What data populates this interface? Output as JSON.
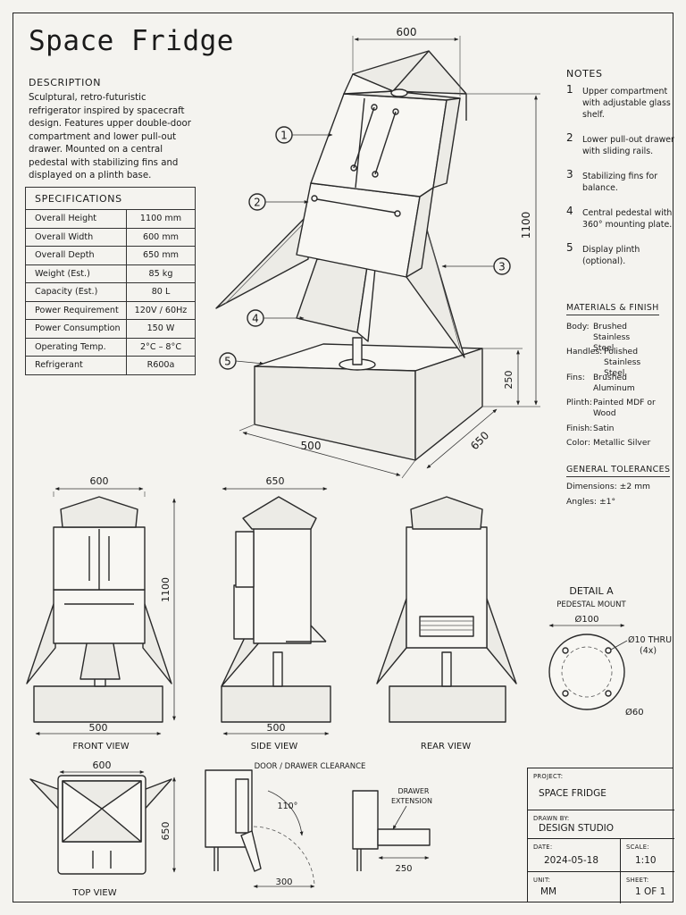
{
  "title": "Space Fridge",
  "description": {
    "heading": "DESCRIPTION",
    "text": "Sculptural, retro-futuristic refrigerator inspired by spacecraft design. Features upper double-door compartment and lower pull-out drawer. Mounted on a central pedestal with stabilizing fins and displayed on a plinth base."
  },
  "specifications": {
    "heading": "SPECIFICATIONS",
    "rows": [
      {
        "label": "Overall Height",
        "value": "1100 mm"
      },
      {
        "label": "Overall Width",
        "value": "600 mm"
      },
      {
        "label": "Overall Depth",
        "value": "650 mm"
      },
      {
        "label": "Weight (Est.)",
        "value": "85 kg"
      },
      {
        "label": "Capacity (Est.)",
        "value": "80 L"
      },
      {
        "label": "Power Requirement",
        "value": "120V / 60Hz"
      },
      {
        "label": "Power Consumption",
        "value": "150 W"
      },
      {
        "label": "Operating Temp.",
        "value": "2°C – 8°C"
      },
      {
        "label": "Refrigerant",
        "value": "R600a"
      }
    ]
  },
  "notes": {
    "heading": "NOTES",
    "items": [
      {
        "num": "1",
        "text": "Upper compartment with adjustable glass shelf."
      },
      {
        "num": "2",
        "text": "Lower pull-out drawer with sliding rails."
      },
      {
        "num": "3",
        "text": "Stabilizing fins for balance."
      },
      {
        "num": "4",
        "text": "Central pedestal with 360° mounting plate."
      },
      {
        "num": "5",
        "text": "Display plinth (optional)."
      }
    ]
  },
  "materials": {
    "heading": "MATERIALS & FINISH",
    "items": [
      {
        "key": "Body:",
        "value": "Brushed Stainless Steel"
      },
      {
        "key": "Handles:",
        "value": "Polished Stainless Steel"
      },
      {
        "key": "Fins:",
        "value": "Brushed Aluminum"
      },
      {
        "key": "Plinth:",
        "value": "Painted MDF or Wood"
      },
      {
        "key": "Finish:",
        "value": "Satin"
      },
      {
        "key": "Color:",
        "value": "Metallic Silver"
      }
    ]
  },
  "tolerances": {
    "heading": "GENERAL TOLERANCES",
    "dimensions_key": "Dimensions:",
    "dimensions_value": "±2 mm",
    "angles_key": "Angles:",
    "angles_value": "±1°"
  },
  "iso_view": {
    "dim_width": "600",
    "dim_height": "1100",
    "dim_plinth_height": "250",
    "dim_plinth_width": "500",
    "dim_plinth_depth": "650",
    "callouts": [
      "1",
      "2",
      "3",
      "4",
      "5"
    ]
  },
  "front_view": {
    "label": "FRONT VIEW",
    "dim_width": "600",
    "dim_height": "1100",
    "dim_base": "500"
  },
  "side_view": {
    "label": "SIDE VIEW",
    "dim_depth": "650",
    "dim_base": "500"
  },
  "rear_view": {
    "label": "REAR VIEW"
  },
  "detail_a": {
    "title": "DETAIL A",
    "subtitle": "PEDESTAL MOUNT",
    "dim_outer": "Ø100",
    "dim_holes": "Ø10 THRU",
    "dim_holes_count": "(4x)",
    "dim_inner": "Ø60"
  },
  "top_view": {
    "label": "TOP VIEW",
    "dim_width": "600",
    "dim_depth": "650"
  },
  "clearance": {
    "title": "DOOR / DRAWER CLEARANCE",
    "angle": "110°",
    "dim_door": "300",
    "drawer_label": "DRAWER",
    "drawer_label2": "EXTENSION",
    "dim_drawer": "250"
  },
  "title_block": {
    "project_label": "PROJECT:",
    "project": "SPACE FRIDGE",
    "drawn_label": "DRAWN BY:",
    "drawn": "DESIGN STUDIO",
    "date_label": "DATE:",
    "date": "2024-05-18",
    "scale_label": "SCALE:",
    "scale": "1:10",
    "unit_label": "UNIT:",
    "unit": "MM",
    "sheet_label": "SHEET:",
    "sheet": "1 OF 1"
  }
}
